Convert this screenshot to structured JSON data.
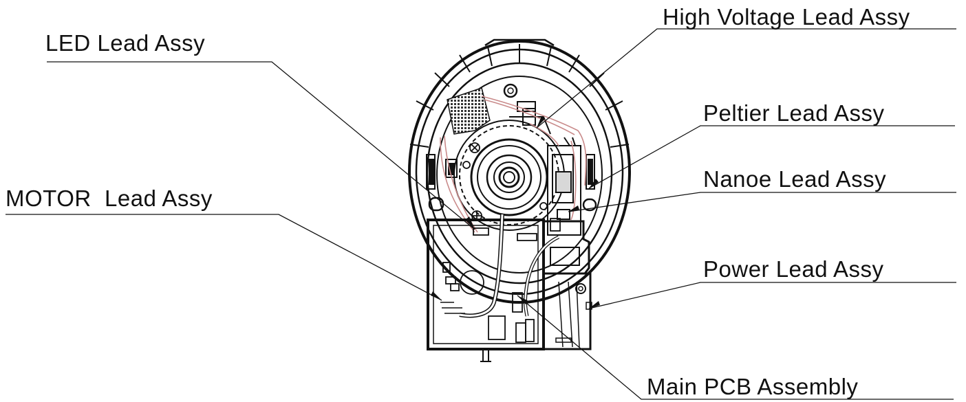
{
  "diagram": {
    "labels": {
      "led": "LED Lead Assy",
      "high_voltage": "High Voltage Lead Assy",
      "peltier": "Peltier Lead Assy",
      "nanoe": "Nanoe Lead Assy",
      "motor": "MOTOR  Lead Assy",
      "power": "Power Lead Assy",
      "main_pcb": "Main PCB Assembly"
    },
    "colors": {
      "line": "#111111",
      "wire": "#c98a8a",
      "mesh": "#444444"
    }
  }
}
